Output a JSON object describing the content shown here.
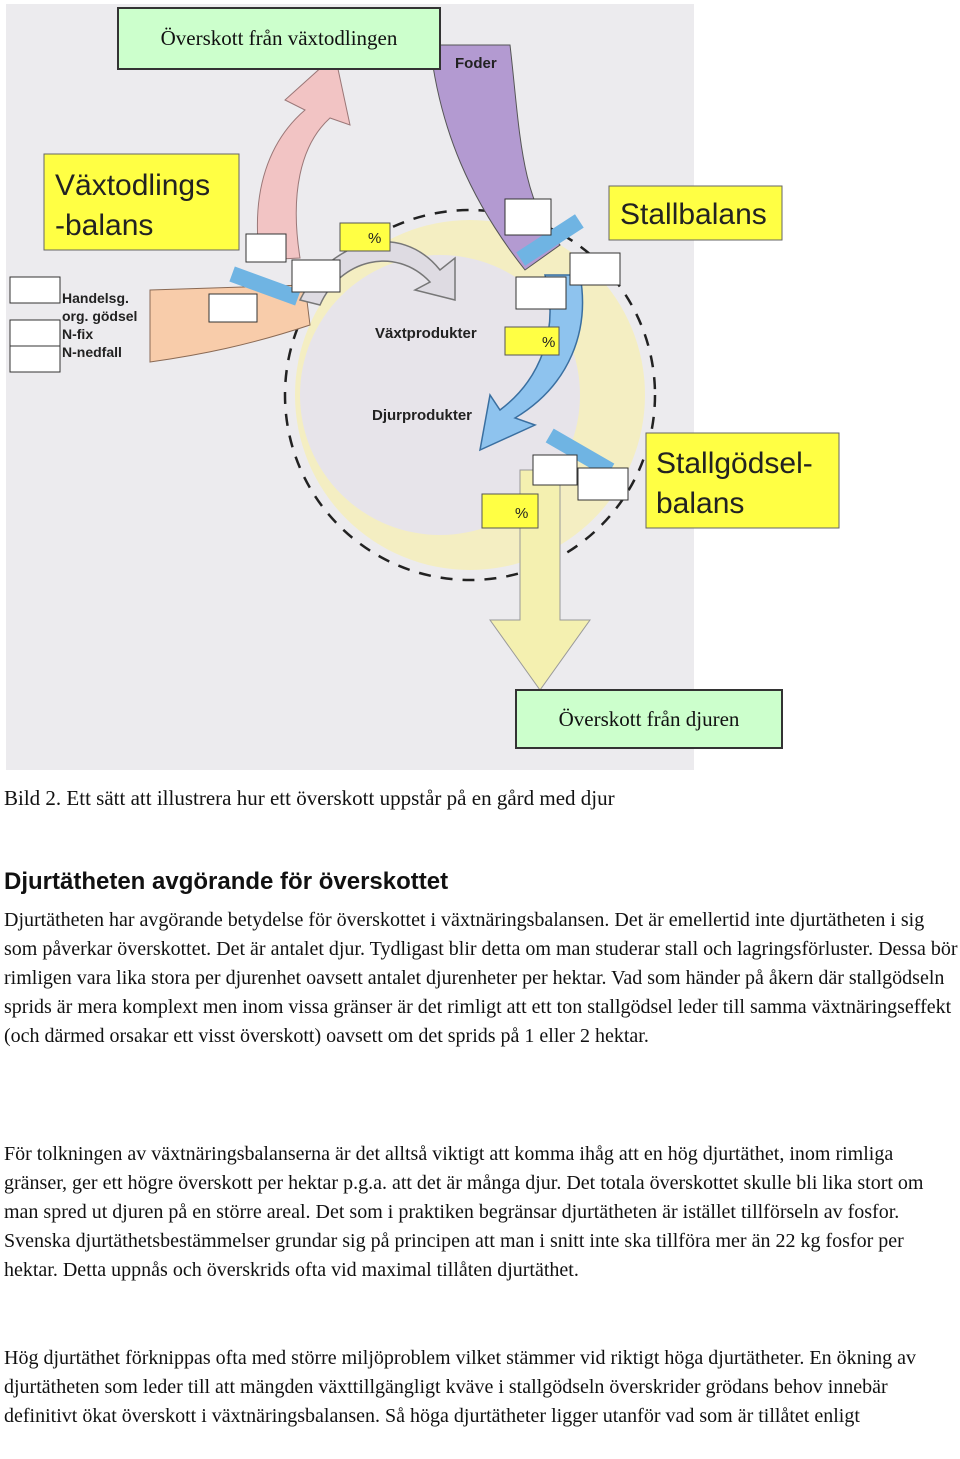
{
  "diagram": {
    "top_box": "Överskott från växtodlingen",
    "bottom_box": "Överskott från djuren",
    "foder": "Foder",
    "vaxtodling_line1": "Växtodlings",
    "vaxtodling_line2": "-balans",
    "stallbalans": "Stallbalans",
    "stallgodsel_line1": "Stallgödsel-",
    "stallgodsel_line2": "balans",
    "inputs": [
      "Handelsg.",
      "org. gödsel",
      "N-fix",
      "N-nedfall"
    ],
    "vaxtprodukter": "Växtprodukter",
    "djurprodukter": "Djurprodukter",
    "percent": "%"
  },
  "caption": "Bild 2. Ett sätt att illustrera hur ett överskott uppstår på en gård med djur",
  "heading": "Djurtätheten avgörande för överskottet",
  "paragraphs": [
    "Djurtätheten har avgörande betydelse för överskottet i växtnäringsbalansen. Det är emellertid inte djurtätheten i sig som påverkar överskottet. Det är antalet djur. Tydligast blir detta om man studerar stall och lagringsförluster. Dessa bör rimligen vara lika stora per djurenhet oavsett antalet djurenheter per hektar. Vad som händer på åkern där stallgödseln sprids är mera komplext men inom vissa gränser är det rimligt att ett ton stallgödsel leder till samma växtnäringseffekt (och därmed orsakar ett visst överskott) oavsett om det sprids på 1 eller 2 hektar.",
    "För tolkningen av växtnäringsbalanserna är det alltså viktigt att komma ihåg att en hög djurtäthet, inom rimliga gränser, ger ett högre överskott per hektar p.g.a. att det är många djur. Det totala överskottet skulle bli lika stort om man spred ut djuren på en större areal. Det som i praktiken begränsar djurtätheten är istället tillförseln av fosfor. Svenska djurtäthetsbestämmelser grundar sig på principen att man i snitt inte ska tillföra mer än 22 kg fosfor per hektar. Detta uppnås och överskrids ofta vid maximal tillåten djurtäthet.",
    "Hög djurtäthet förknippas ofta med större miljöproblem vilket stämmer vid riktigt höga djurtätheter. En ökning av djurtätheten som leder till att mängden växttillgängligt kväve i stallgödseln överskrider grödans behov innebär definitivt ökat överskott i växtnäringsbalansen. Så höga djurtätheter ligger utanför vad som är tillåtet enligt"
  ],
  "colors": {
    "green_box": "#ccffcc",
    "yellow_label": "#ffff44",
    "foder_purple": "#b39ad1",
    "arrow_pink": "#f2c4c4",
    "arrow_blue": "#8ec3ee",
    "arrow_yellow": "#f4f0b0",
    "input_orange": "#f8ccaa",
    "circle_outer": "#f4eec2",
    "circle_inner": "#e7e4ea",
    "bg_panel": "#ecebee"
  }
}
